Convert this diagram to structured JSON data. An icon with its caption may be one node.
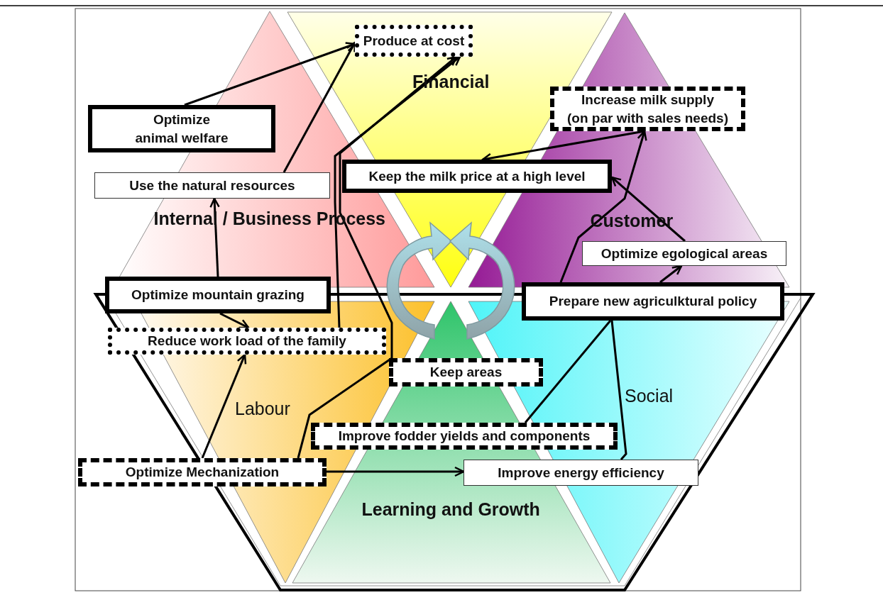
{
  "diagram": {
    "nodes": [
      {
        "text": [
          "Produce at cost"
        ]
      },
      {
        "text": [
          "Increase milk supply (on par with sales needs)"
        ]
      },
      {
        "text": [
          "Optimize animal welfare"
        ]
      },
      {
        "text": [
          "Keep the milk price at a high level"
        ]
      },
      {
        "text": [
          "Use the natural resources"
        ]
      },
      {
        "text": [
          "Optimize egological areas"
        ]
      },
      {
        "text": [
          "Optimize mountain grazing"
        ]
      },
      {
        "text": [
          "Prepare new agriculktural policy"
        ]
      },
      {
        "text": [
          "Reduce work load of the family"
        ]
      },
      {
        "text": [
          "Keep areas"
        ]
      },
      {
        "text": [
          "Improve  fodder yields and components"
        ]
      },
      {
        "text": [
          "Optimize Mechanization"
        ]
      },
      {
        "text": [
          "Improve  energy efficiency"
        ]
      }
    ],
    "edges": [
      {
        "from": 2,
        "to": 0,
        "arrow": "to"
      },
      {
        "from": 4,
        "to": 0,
        "arrow": "to"
      },
      {
        "from": 6,
        "to": 4,
        "arrow": "to"
      },
      {
        "from": 6,
        "to": 8,
        "arrow": "to"
      },
      {
        "from": 8,
        "to": 0,
        "arrow": "to"
      },
      {
        "from": 11,
        "to": 8,
        "arrow": "to"
      },
      {
        "from": 11,
        "to": 0,
        "arrow": "to"
      },
      {
        "from": 11,
        "to": 12,
        "arrow": "to"
      },
      {
        "from": 1,
        "to": 3,
        "arrow": "to"
      },
      {
        "from": 7,
        "to": 1,
        "arrow": "to"
      },
      {
        "from": 5,
        "to": 3,
        "arrow": "to"
      },
      {
        "from": 7,
        "to": 5,
        "arrow": "to"
      },
      {
        "from": 7,
        "to": 10,
        "arrow": "none"
      },
      {
        "from": 7,
        "to": 12,
        "arrow": "none"
      }
    ],
    "labels": [
      "Financial",
      "Internal / Business Process",
      "Customer",
      "Labour",
      "Social",
      "Learning and Growth"
    ]
  }
}
